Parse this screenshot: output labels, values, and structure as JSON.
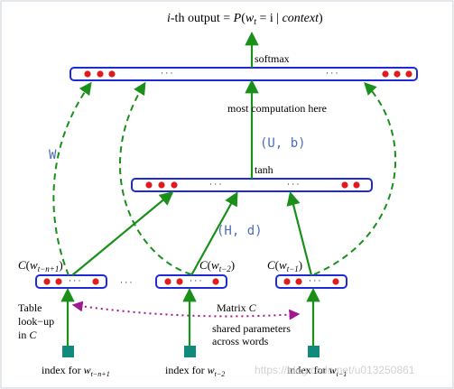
{
  "title": {
    "prefix": "i",
    "middle": "-th output = ",
    "p": "P",
    "paren_open": "(",
    "w": "w",
    "sub_t": "t",
    "eq_i": " = i | ",
    "context": "context",
    "paren_close": ")"
  },
  "layers": {
    "softmax": "softmax",
    "most_computation": "most  computation here",
    "tanh": "tanh"
  },
  "params": {
    "ub": "(U, b)",
    "hd": "(H, d)",
    "w": "W"
  },
  "ellipsis": "· · ·",
  "inputs": {
    "c_left": {
      "c": "C",
      "open": "(",
      "w": "w",
      "sub": "t−n+1",
      "close": ")"
    },
    "c_mid": {
      "c": "C",
      "open": "(",
      "w": "w",
      "sub": "t−2",
      "close": ")"
    },
    "c_right": {
      "c": "C",
      "open": "(",
      "w": "w",
      "sub": "t−1",
      "close": ")"
    },
    "between_dots": "· · ·"
  },
  "lookup": {
    "line1": "Table",
    "line2": "look−up",
    "line3": "in ",
    "c": "C"
  },
  "matrix": {
    "label": "Matrix ",
    "c": "C",
    "shared1": "shared parameters",
    "shared2": "across words"
  },
  "index": {
    "left": {
      "text": "index for ",
      "w": "w",
      "sub": "t−n+1"
    },
    "mid": {
      "text": "index for ",
      "w": "w",
      "sub": "t−2"
    },
    "right": {
      "text": "index for ",
      "w": "w",
      "sub": "t−1"
    }
  },
  "watermark": "https://blog.csdn.net/u013250861",
  "colors": {
    "bar_border": "#1e2ad6",
    "unit_dot": "#e01b1b",
    "arrow_green": "#1a8f1a",
    "shared_magenta": "#a0198f",
    "param_blue": "#4a6fb5",
    "input_box": "#108a7a"
  }
}
